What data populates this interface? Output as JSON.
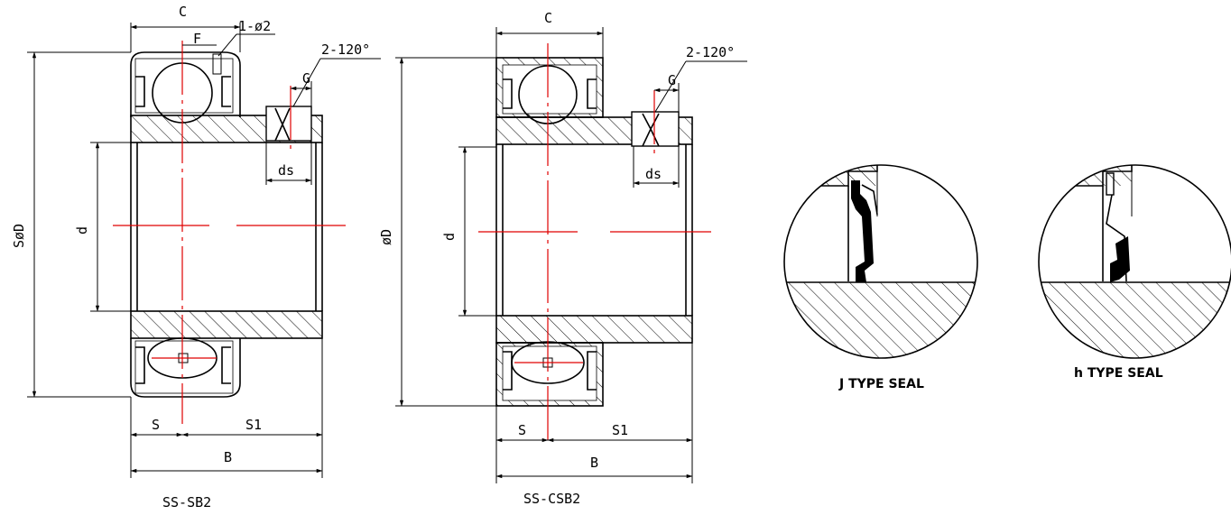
{
  "colors": {
    "line": "#000000",
    "centerline": "#e00000",
    "background": "#ffffff"
  },
  "drawing1": {
    "caption": "SS-SB2",
    "labels": {
      "C": "C",
      "F": "F",
      "hole": "1-ø2",
      "angle": "2-120°",
      "G": "G",
      "ds": "ds",
      "d": "d",
      "D": "SøD",
      "S": "S",
      "S1": "S1",
      "B": "B"
    }
  },
  "drawing2": {
    "caption": "SS-CSB2",
    "labels": {
      "C": "C",
      "angle": "2-120°",
      "G": "G",
      "ds": "ds",
      "d": "d",
      "D": "øD",
      "S": "S",
      "S1": "S1",
      "B": "B"
    }
  },
  "seals": [
    {
      "caption": "J TYPE SEAL"
    },
    {
      "caption": "h TYPE SEAL"
    }
  ]
}
